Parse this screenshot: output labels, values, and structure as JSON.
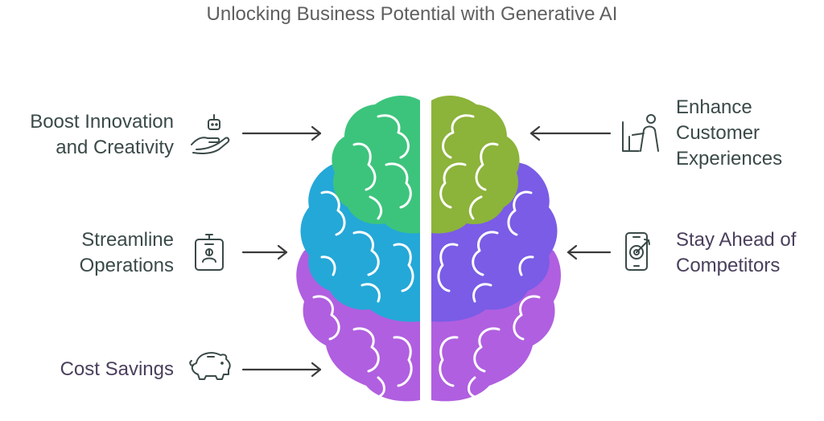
{
  "title": "Unlocking Business Potential with Generative AI",
  "left_items": [
    {
      "lines": [
        "Boost Innovation",
        "and Creativity"
      ],
      "icon": "robot-hand-icon"
    },
    {
      "lines": [
        "Streamline",
        "Operations"
      ],
      "icon": "id-badge-icon"
    },
    {
      "lines": [
        "Cost Savings"
      ],
      "icon": "piggy-bank-icon"
    }
  ],
  "right_items": [
    {
      "lines": [
        "Enhance",
        "Customer",
        "Experiences"
      ],
      "icon": "customer-service-icon"
    },
    {
      "lines": [
        "Stay Ahead of",
        "Competitors"
      ],
      "icon": "mobile-target-icon"
    }
  ],
  "colors": {
    "green": "#3cc47c",
    "lime": "#8cb33a",
    "blue": "#24a8d8",
    "violet": "#7a5ce6",
    "magenta": "#b05fe0",
    "text": "#3a4a48",
    "arrow": "#3b3b3b"
  }
}
